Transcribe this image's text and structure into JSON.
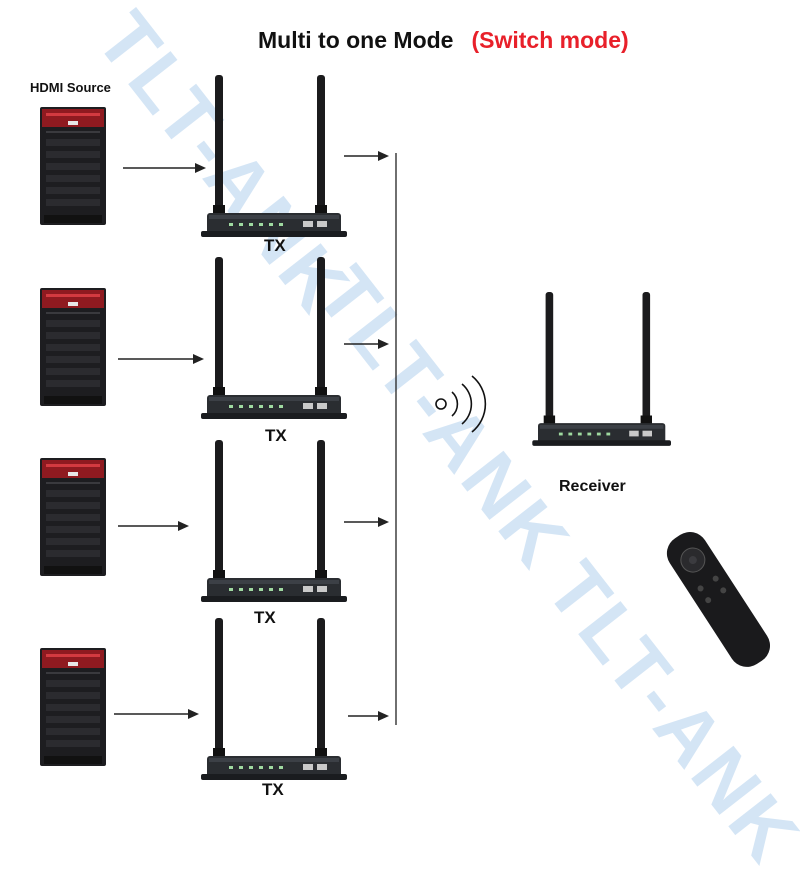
{
  "title": {
    "main": "Multi to one Mode",
    "mode": "(Switch mode)"
  },
  "source_label": "HDMI Source",
  "tx_labels": [
    "TX",
    "TX",
    "TX",
    "TX"
  ],
  "receiver_label": "Receiver",
  "watermark": "TLT-ANK",
  "colors": {
    "title_mode": "#e8202a",
    "watermark": "#78afe1",
    "device": "#2a2d31",
    "tower": "#1b1b1d"
  },
  "icons": [
    "computer-tower-icon",
    "wireless-transmitter-icon",
    "wireless-receiver-icon",
    "wireless-signal-icon",
    "remote-control-icon",
    "arrow-icon"
  ]
}
